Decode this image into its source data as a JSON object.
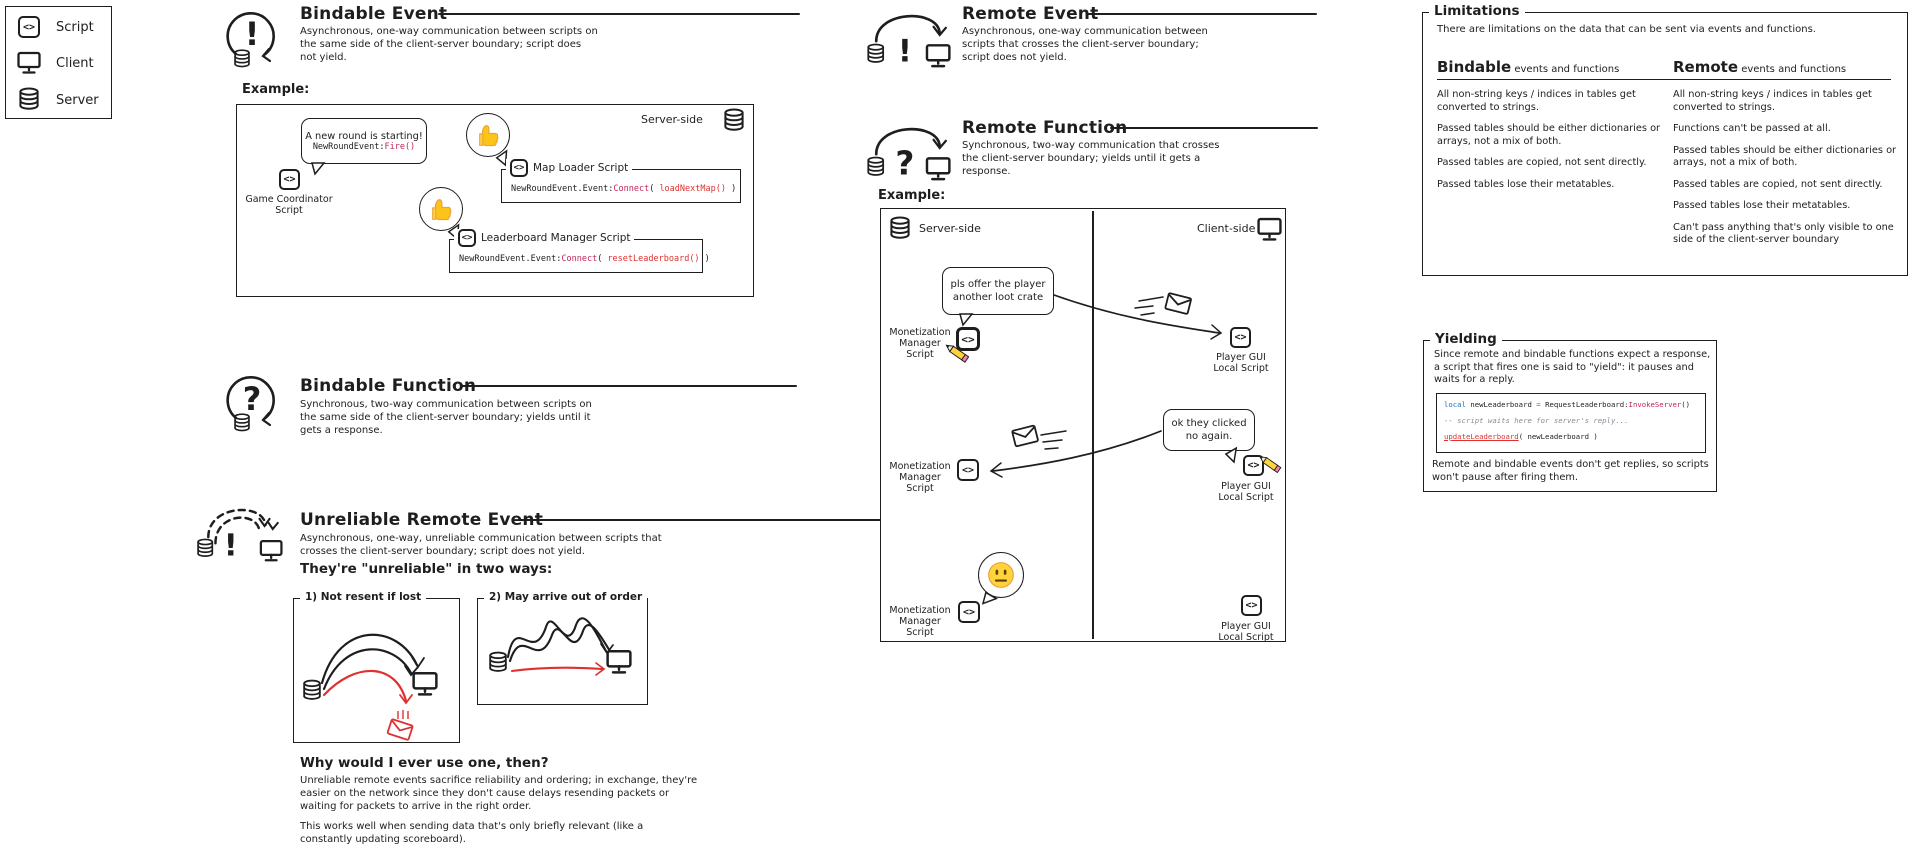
{
  "icons": {
    "scriptGlyph": "<>"
  },
  "legend": {
    "script": "Script",
    "client": "Client",
    "server": "Server"
  },
  "bindableEvent": {
    "title": "Bindable Event",
    "desc": "Asynchronous, one-way communication between scripts on the same side of the client-server boundary; script does not yield.",
    "exampleLabel": "Example:",
    "serverSide": "Server-side",
    "bubbleText": "A new round is starting!",
    "bubbleCodePre": "NewRoundEvent:",
    "bubbleCodeFn": "Fire()",
    "gameCoordinatorLine1": "Game Coordinator",
    "gameCoordinatorLine2": "Script",
    "mapLoader": {
      "title": "Map Loader Script",
      "codePre": "NewRoundEvent.Event:",
      "codeFn": "Connect",
      "codeOpen": "( ",
      "codeArg": "loadNextMap()",
      "codeClose": " )"
    },
    "leaderboard": {
      "title": "Leaderboard Manager Script",
      "codePre": "NewRoundEvent.Event:",
      "codeFn": "Connect",
      "codeOpen": "( ",
      "codeArg": "resetLeaderboard()",
      "codeClose": " )"
    }
  },
  "bindableFunction": {
    "title": "Bindable Function",
    "desc": "Synchronous, two-way communication between scripts on the same side of the client-server boundary; yields until it gets a response."
  },
  "unreliableRemoteEvent": {
    "title": "Unreliable Remote Event",
    "desc": "Asynchronous, one-way, unreliable communication between scripts that crosses the client-server boundary; script does not yield.",
    "waysHeading": "They're \"unreliable\" in two ways:",
    "way1": "1) Not resent if lost",
    "way2": "2) May arrive out of order",
    "whyHeading": "Why would I ever use one, then?",
    "whyP1": "Unreliable remote events sacrifice reliability and ordering; in exchange, they're easier on the network since they don't cause delays resending packets or waiting for packets to arrive in the right order.",
    "whyP2": "This works well when sending data that's only briefly relevant (like a constantly updating scoreboard)."
  },
  "remoteEvent": {
    "title": "Remote Event",
    "desc": "Asynchronous, one-way communication between scripts that crosses the client-server boundary; script does not yield."
  },
  "remoteFunction": {
    "title": "Remote Function",
    "desc": "Synchronous, two-way communication that crosses the client-server boundary; yields until it gets a response.",
    "exampleLabel": "Example:",
    "serverSide": "Server-side",
    "clientSide": "Client-side",
    "bubble1Line1": "pls offer the player",
    "bubble1Line2": "another loot crate",
    "bubble2Line1": "ok they clicked",
    "bubble2Line2": "no again.",
    "monetizationLine1": "Monetization",
    "monetizationLine2": "Manager Script",
    "playerGuiLine1": "Player GUI",
    "playerGuiLine2": "Local Script"
  },
  "limitations": {
    "title": "Limitations",
    "intro": "There are limitations on the data that can be sent via events and functions.",
    "bindableHeader": "Bindable",
    "bindableHeaderRest": " events and functions",
    "remoteHeader": "Remote",
    "remoteHeaderRest": " events and functions",
    "bindableItems": [
      "All non-string keys / indices in tables get converted to strings.",
      "Passed tables should be either dictionaries or arrays, not a mix of both.",
      "Passed tables are copied, not sent directly.",
      "Passed tables lose their metatables."
    ],
    "remoteItems": [
      "All non-string keys / indices in tables get converted to strings.",
      "Functions can't be passed at all.",
      "Passed tables should be either dictionaries or arrays, not a mix of both.",
      "Passed tables are copied, not sent directly.",
      "Passed tables lose their metatables.",
      "Can't pass anything that's only visible to one side of the client-server boundary"
    ]
  },
  "yielding": {
    "title": "Yielding",
    "intro": "Since remote and bindable functions expect a response, a script that fires one is said to \"yield\": it pauses and waits for a reply.",
    "codeKw": "local",
    "codeAssign": " newLeaderboard ",
    "codeEq": "=",
    "codeMid": " RequestLeaderboard:",
    "codeFn": "InvokeServer",
    "codeParens": "()",
    "codeComment": "-- script waits here for server's reply...",
    "codeCallFn": "updateLeaderboard",
    "codeCallRest": "( newLeaderboard )",
    "outro": "Remote and bindable events don't get replies, so scripts won't pause after firing them."
  }
}
